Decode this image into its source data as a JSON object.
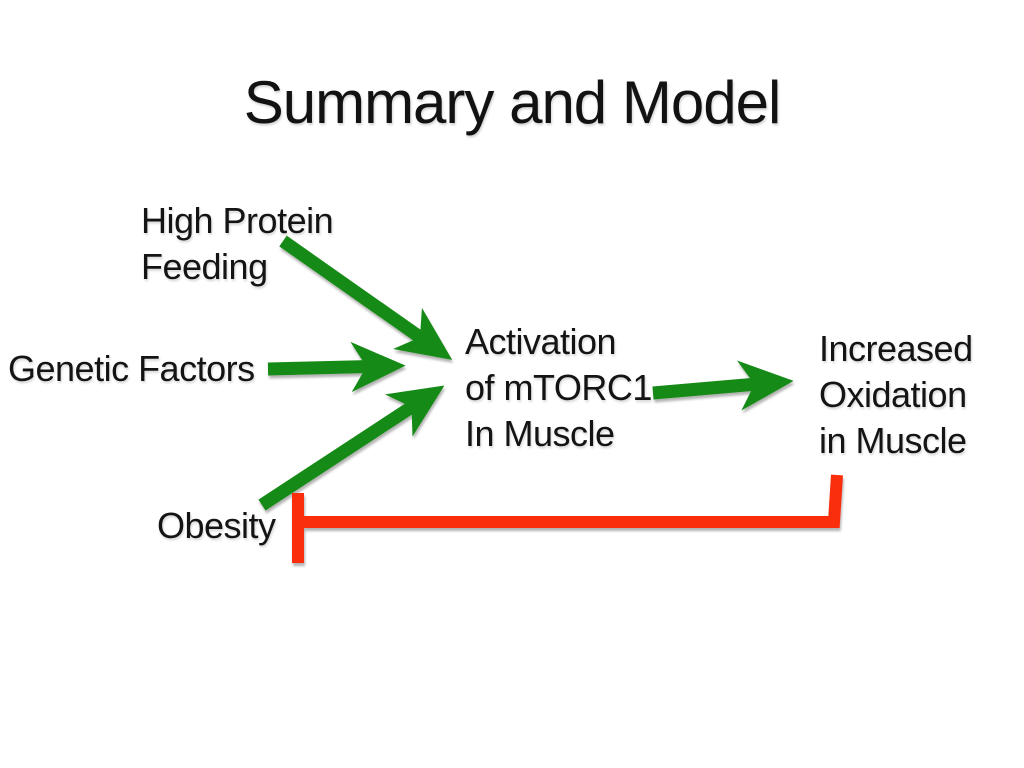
{
  "title": "Summary and Model",
  "nodes": {
    "high_protein_feeding": {
      "label": "High Protein\nFeeding"
    },
    "genetic_factors": {
      "label": "Genetic Factors"
    },
    "obesity": {
      "label": "Obesity"
    },
    "mtorc1_activation": {
      "label": "Activation\nof mTORC1\nIn Muscle"
    },
    "increased_oxidation": {
      "label": "Increased\nOxidation\nin Muscle"
    }
  },
  "edges": [
    {
      "from": "High Protein Feeding",
      "to": "Activation of mTORC1 In Muscle",
      "type": "activation-arrow"
    },
    {
      "from": "Genetic Factors",
      "to": "Activation of mTORC1 In Muscle",
      "type": "activation-arrow"
    },
    {
      "from": "Obesity",
      "to": "Activation of mTORC1 In Muscle",
      "type": "activation-arrow"
    },
    {
      "from": "Activation of mTORC1 In Muscle",
      "to": "Increased Oxidation in Muscle",
      "type": "activation-arrow"
    },
    {
      "from": "Increased Oxidation in Muscle",
      "to": "Obesity",
      "type": "inhibition-bar"
    }
  ],
  "colors": {
    "arrow_green": "#168a16",
    "inhibit_red": "#fa2e0c",
    "text": "#141414",
    "background": "#ffffff"
  }
}
